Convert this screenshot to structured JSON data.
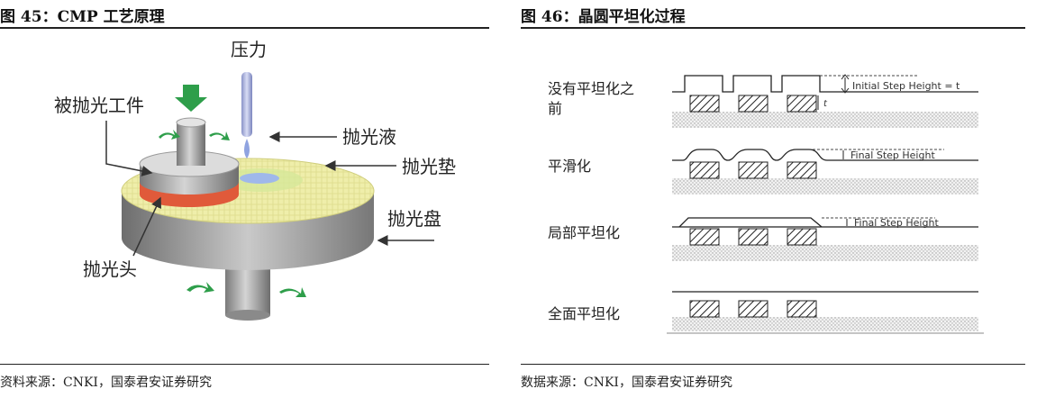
{
  "left": {
    "title": "图 45：CMP 工艺原理",
    "source": "资料来源：CNKI，国泰君安证券研究",
    "labels": {
      "pressure": "压力",
      "workpiece": "被抛光工件",
      "slurry": "抛光液",
      "pad": "抛光垫",
      "platen": "抛光盘",
      "head": "抛光头"
    }
  },
  "right": {
    "title": "图 46：晶圆平坦化过程",
    "source": "数据来源：CNKI，国泰君安证券研究",
    "stages": [
      {
        "label_line1": "没有平坦化之",
        "label_line2": "前",
        "annotation": "Initial Step Height = t",
        "t_label": "t"
      },
      {
        "label_line1": "平滑化",
        "label_line2": "",
        "annotation": "Final Step Height"
      },
      {
        "label_line1": "局部平坦化",
        "label_line2": "",
        "annotation": "Final Step Height"
      },
      {
        "label_line1": "全面平坦化",
        "label_line2": "",
        "annotation": ""
      }
    ]
  },
  "colors": {
    "arrow_green": "#2e9e4a",
    "pad_yellow": "#efeeaa",
    "platen_gray": "#9a9a9a",
    "head_red": "#e05a3a"
  }
}
